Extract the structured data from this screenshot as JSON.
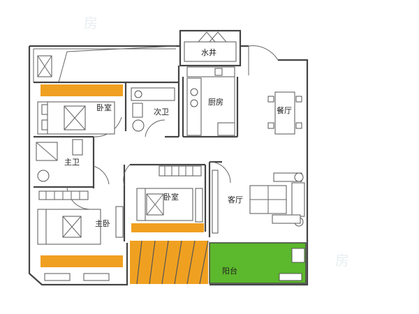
{
  "rooms": {
    "water_shaft": "水井",
    "bedroom_top": "卧室",
    "second_bath": "次卫",
    "kitchen": "厨房",
    "dining": "餐厅",
    "main_bath": "主卫",
    "bedroom_mid": "卧室",
    "living": "客厅",
    "master_bedroom": "主卧",
    "balcony": "阳台"
  },
  "colors": {
    "wardrobe": "#f0a020",
    "balcony": "#5cb82c",
    "wall": "#444444"
  }
}
